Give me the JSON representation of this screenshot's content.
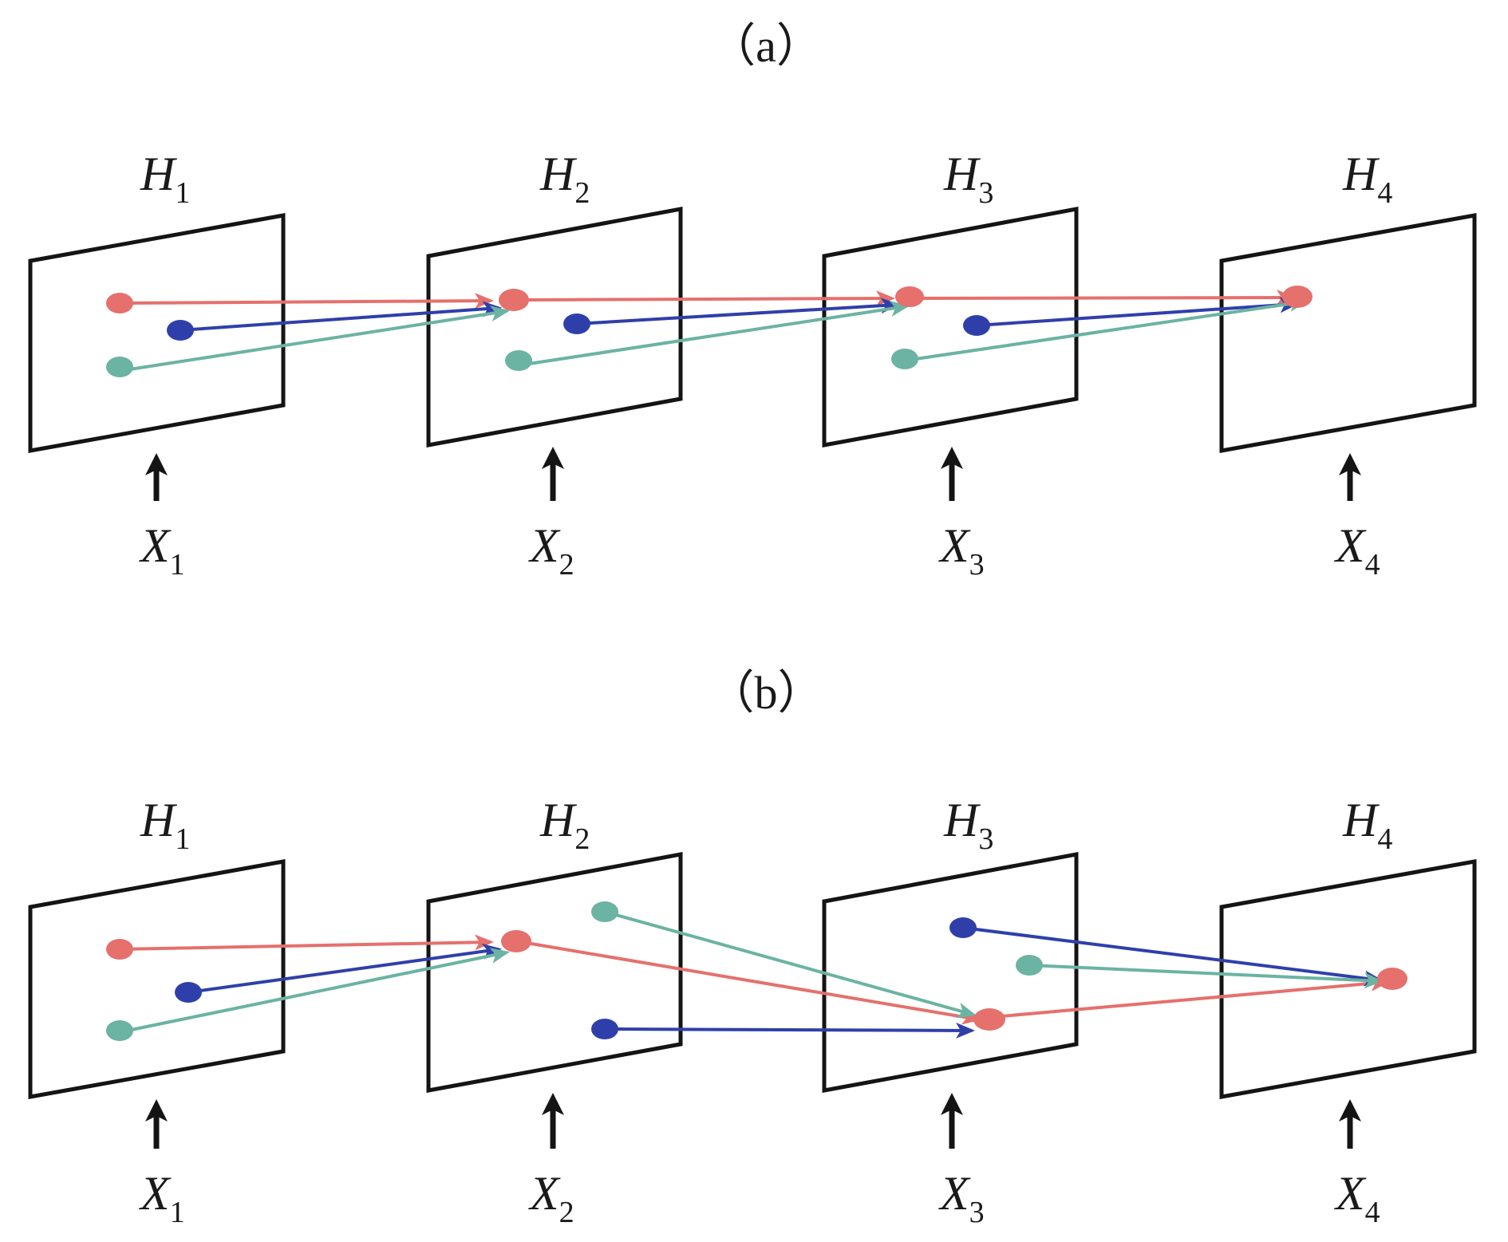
{
  "panels": [
    {
      "label": "（a）",
      "frames": [
        {
          "h": "H",
          "h_sub": "1",
          "x": "X",
          "x_sub": "1"
        },
        {
          "h": "H",
          "h_sub": "2",
          "x": "X",
          "x_sub": "2"
        },
        {
          "h": "H",
          "h_sub": "3",
          "x": "X",
          "x_sub": "3"
        },
        {
          "h": "H",
          "h_sub": "4",
          "x": "X",
          "x_sub": "4"
        }
      ]
    },
    {
      "label": "（b）",
      "frames": [
        {
          "h": "H",
          "h_sub": "1",
          "x": "X",
          "x_sub": "1"
        },
        {
          "h": "H",
          "h_sub": "2",
          "x": "X",
          "x_sub": "2"
        },
        {
          "h": "H",
          "h_sub": "3",
          "x": "X",
          "x_sub": "3"
        },
        {
          "h": "H",
          "h_sub": "4",
          "x": "X",
          "x_sub": "4"
        }
      ]
    }
  ],
  "colors": {
    "red": "#e5706c",
    "blue": "#2f3faa",
    "teal": "#6bb3a2",
    "frame": "#141414",
    "arrow": "#141414"
  }
}
